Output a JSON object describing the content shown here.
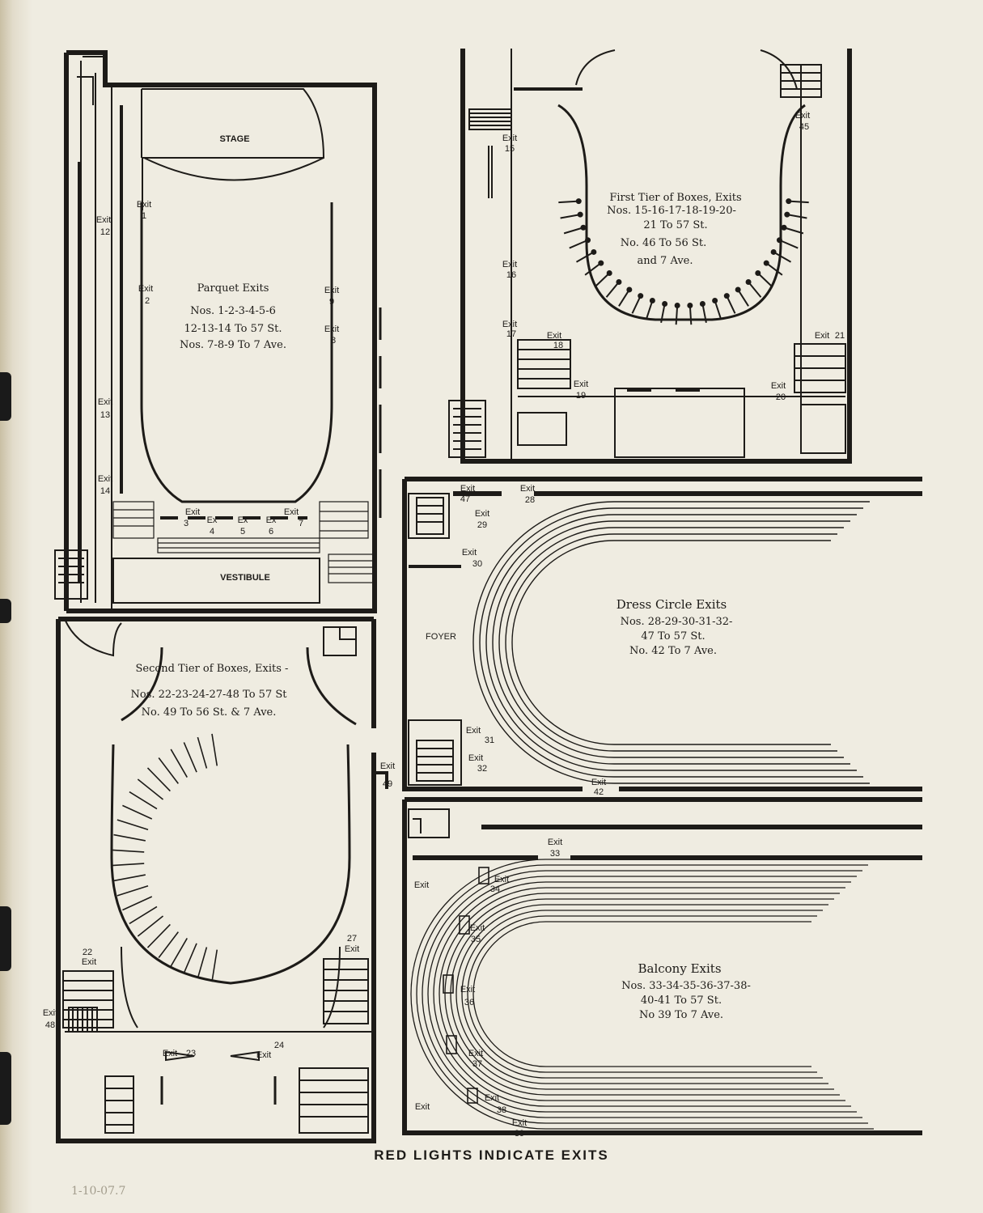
{
  "parquet": {
    "title": "Parquet Exits",
    "line1": "Nos. 1-2-3-4-5-6",
    "line2": "12-13-14 To 57 St.",
    "line3": "Nos. 7-8-9 To 7 Ave.",
    "stage": "STAGE",
    "vestibule": "VESTIBULE",
    "exits": [
      {
        "label": "Exit",
        "num": "1"
      },
      {
        "label": "Exit",
        "num": "2"
      },
      {
        "label": "Exit",
        "num": "9"
      },
      {
        "label": "Exit",
        "num": "8"
      },
      {
        "label": "Exit",
        "num": "12"
      },
      {
        "label": "Exit",
        "num": "13"
      },
      {
        "label": "Exit",
        "num": "14"
      },
      {
        "label": "Exit",
        "num": "3"
      },
      {
        "label": "Ex",
        "num": "4"
      },
      {
        "label": "Ex",
        "num": "5"
      },
      {
        "label": "Ex",
        "num": "6"
      },
      {
        "label": "Exit",
        "num": "7"
      }
    ]
  },
  "first_tier": {
    "line1": "First Tier of Boxes, Exits",
    "line2": "Nos. 15-16-17-18-19-20-",
    "line3": "21 To 57 St.",
    "line4": "No. 46 To 56 St.",
    "line5": "and 7 Ave.",
    "exits": [
      {
        "label": "Exit",
        "num": "15"
      },
      {
        "label": "Exit",
        "num": "16"
      },
      {
        "label": "Exit",
        "num": "17"
      },
      {
        "label": "Exit",
        "num": "18"
      },
      {
        "label": "Exit",
        "num": "19"
      },
      {
        "label": "Exit",
        "num": "20"
      },
      {
        "label": "Exit",
        "num": "21"
      },
      {
        "label": "Exit",
        "num": "45"
      }
    ]
  },
  "dress_circle": {
    "line1": "Dress Circle Exits",
    "line2": "Nos. 28-29-30-31-32-",
    "line3": "47 To 57 St.",
    "line4": "No. 42 To 7 Ave.",
    "foyer": "FOYER",
    "exits": [
      {
        "label": "Exit",
        "num": "47"
      },
      {
        "label": "Exit",
        "num": "28"
      },
      {
        "label": "Exit",
        "num": "29"
      },
      {
        "label": "Exit",
        "num": "30"
      },
      {
        "label": "Exit",
        "num": "31"
      },
      {
        "label": "Exit",
        "num": "32"
      },
      {
        "label": "Exit",
        "num": "42"
      }
    ]
  },
  "second_tier": {
    "line1": "Second Tier of Boxes, Exits -",
    "line2": "Nos. 22-23-24-27-48 To 57 St",
    "line3": "No. 49 To 56 St. & 7 Ave.",
    "exits": [
      {
        "label": "Exit",
        "num": "22"
      },
      {
        "label": "Exit",
        "num": "23"
      },
      {
        "label": "Exit",
        "num": "24"
      },
      {
        "label": "Exit",
        "num": "27"
      },
      {
        "label": "Exit",
        "num": "48"
      },
      {
        "label": "Exit",
        "num": "49"
      }
    ]
  },
  "balcony": {
    "line1": "Balcony Exits",
    "line2": "Nos. 33-34-35-36-37-38-",
    "line3": "40-41 To 57 St.",
    "line4": "No 39 To 7 Ave.",
    "exits": [
      {
        "label": "Exit",
        "num": "33"
      },
      {
        "label": "Exit",
        "num": "34"
      },
      {
        "label": "Exit",
        "num": "35"
      },
      {
        "label": "Exit",
        "num": "36"
      },
      {
        "label": "Exit",
        "num": "37"
      },
      {
        "label": "Exit",
        "num": "38"
      },
      {
        "label": "Exit",
        "num": "39"
      },
      {
        "label": "Exit",
        "num": ""
      },
      {
        "label": "Exit",
        "num": ""
      }
    ]
  },
  "footer": "RED LIGHTS INDICATE EXITS",
  "pencil_note": "1-10-07.7"
}
